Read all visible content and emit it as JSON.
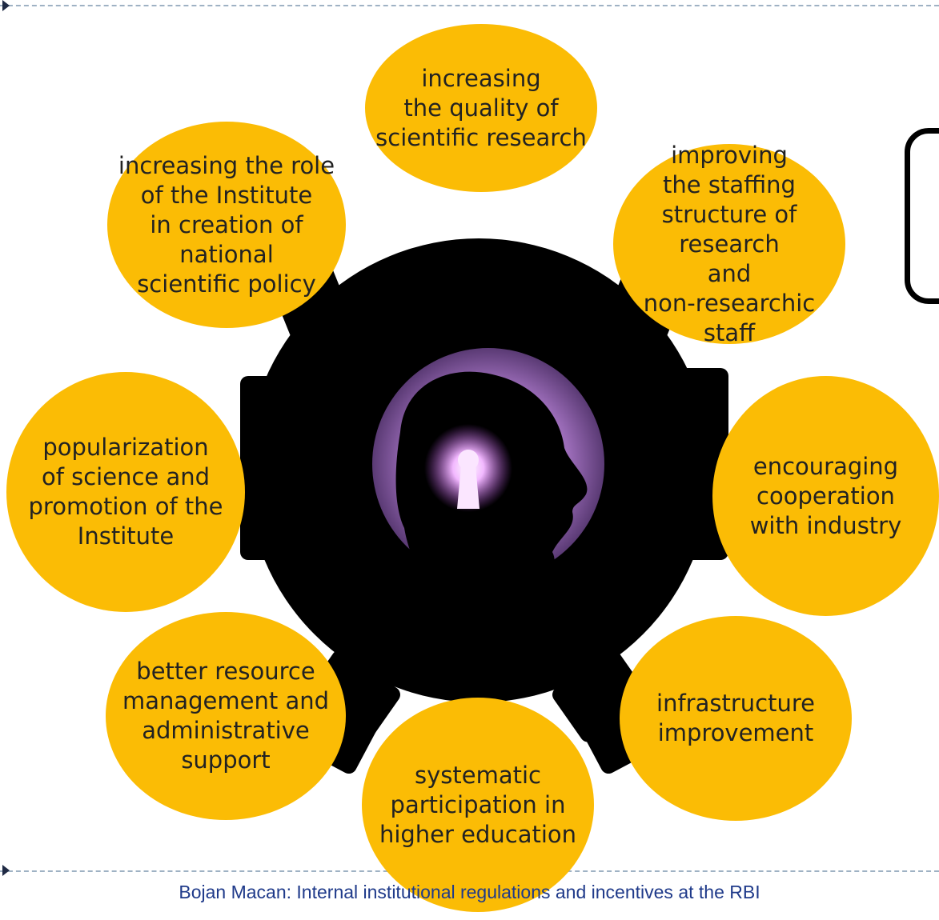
{
  "goals": {
    "quality": "increasing\nthe quality of\nscientific research",
    "staffing": "improving\nthe staffing\nstructure of research\nand\nnon-researchic\nstaff",
    "industry": "encouraging\ncooperation\nwith industry",
    "infrastructure": "infrastructure\nimprovement",
    "higher_education": "systematic\nparticipation in\nhigher education",
    "resources": "better resource\nmanagement and\nadministrative\nsupport",
    "popularization": "popularization\nof science and\npromotion of the\nInstitute",
    "policy": "increasing the role\nof the Institute\nin creation of\nnational\nscientific policy"
  },
  "footer": "Bojan Macan: Internal institutional regulations and incentives at the RBI",
  "colors": {
    "circle": "#fbbc05",
    "gear": "#000000",
    "halo": "#8a5ca6",
    "footer": "#1f3a8a"
  },
  "icons": {
    "bullet": "triangle-arrow-icon",
    "center": "head-keyhole-icon"
  }
}
